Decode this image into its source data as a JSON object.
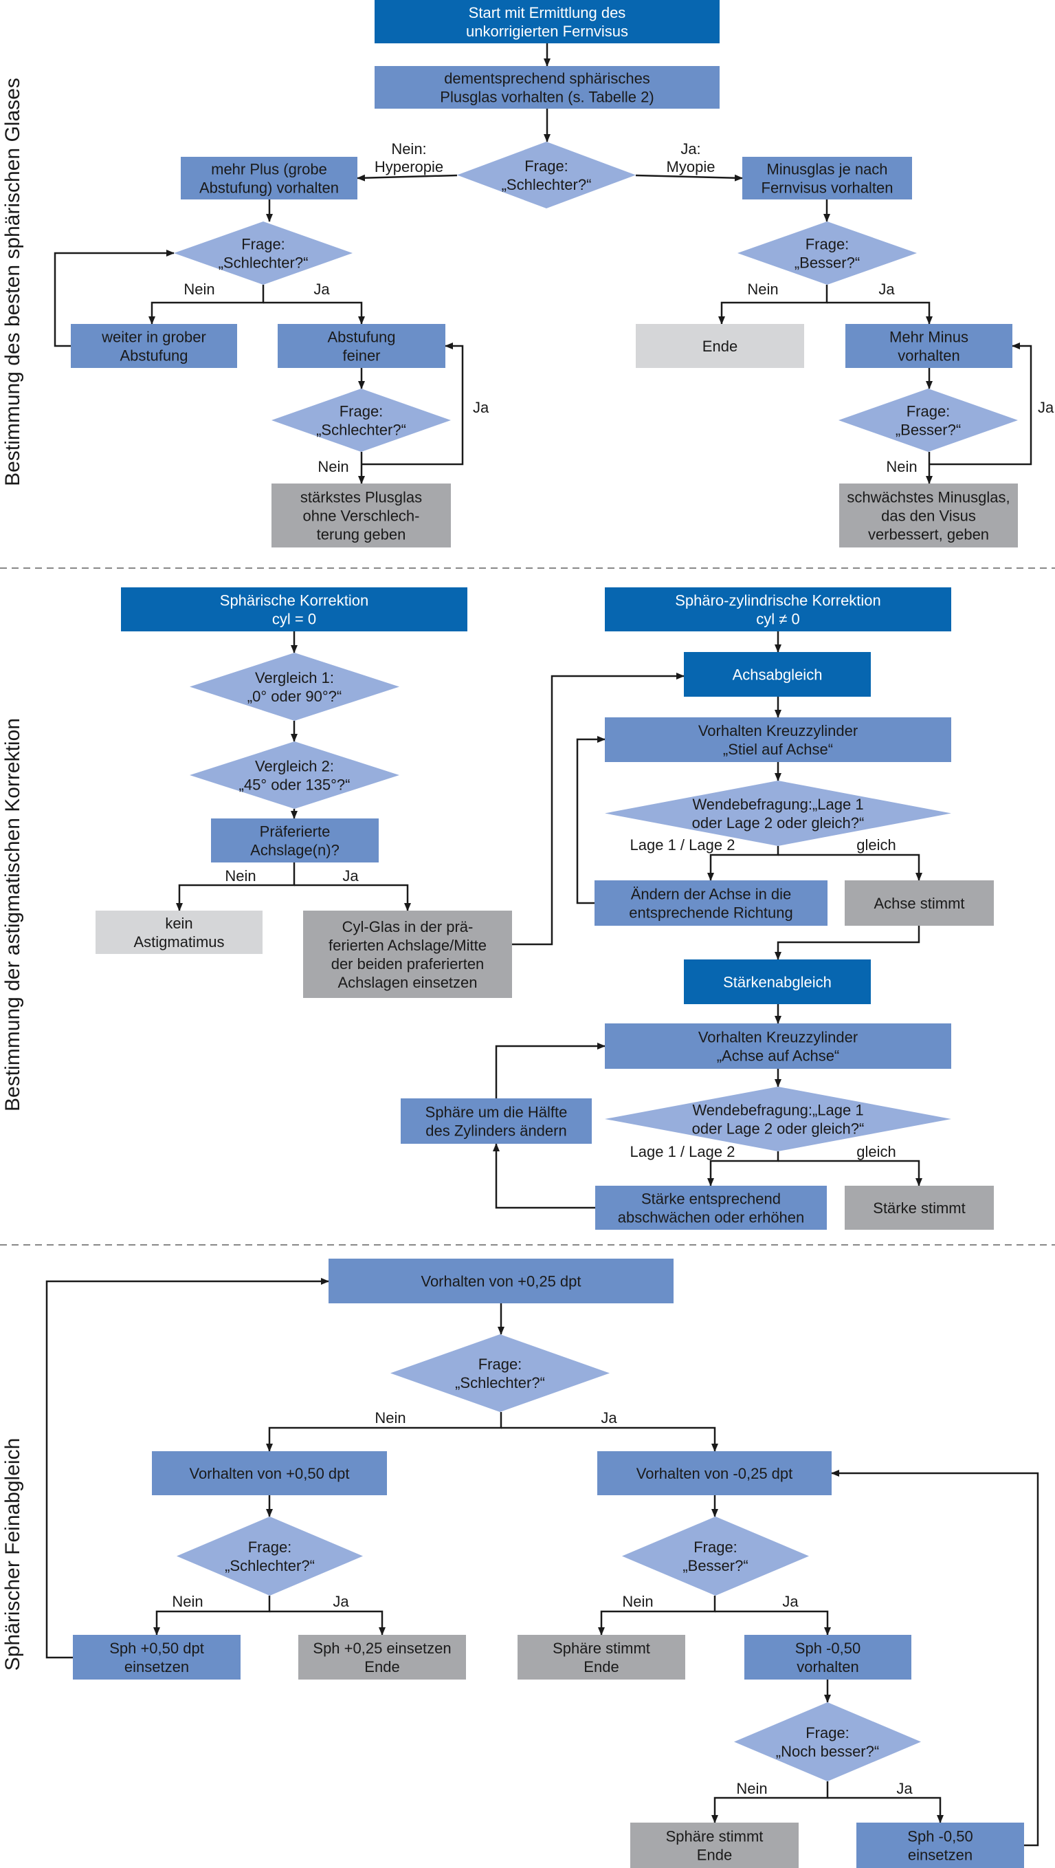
{
  "colors": {
    "dark_blue": "#0766b0",
    "mid_blue": "#6b8fc8",
    "diamond_blue": "#97aedc",
    "gray": "#a7a8ab",
    "light_gray": "#d5d6d8",
    "line": "#1a1a1a"
  },
  "sections": {
    "s1_title": "Bestimmung des besten sphärischen Glases",
    "s2_title": "Bestimmung der astigmatischen Korrektion",
    "s3_title": "Sphärischer Feinabgleich"
  },
  "nodes": {
    "start": [
      "Start mit Ermittlung des",
      "unkorrigierten Fernvisus"
    ],
    "plusglas": [
      "dementsprechend sphärisches",
      "Plusglas vorhalten (s. Tabelle 2)"
    ],
    "q_schlechter_top": [
      "Frage:",
      "„Schlechter?“"
    ],
    "mehr_plus": [
      "mehr Plus (grobe",
      "Abstufung) vorhalten"
    ],
    "minusglas": [
      "Minusglas je nach",
      "Fernvisus vorhalten"
    ],
    "q_schlechter_left": [
      "Frage:",
      "„Schlechter?“"
    ],
    "q_besser_right": [
      "Frage:",
      "„Besser?“"
    ],
    "grober": [
      "weiter in grober",
      "Abstufung"
    ],
    "feiner": [
      "Abstufung",
      "feiner"
    ],
    "ende_top": [
      "Ende"
    ],
    "mehr_minus": [
      "Mehr Minus",
      "vorhalten"
    ],
    "q_schlechter_left2": [
      "Frage:",
      "„Schlechter?“"
    ],
    "q_besser_right2": [
      "Frage:",
      "„Besser?“"
    ],
    "staerkstes_plus": [
      "stärkstes Plusglas",
      "ohne Verschlech-",
      "terung geben"
    ],
    "schwaechstes_minus": [
      "schwächstes Minusglas,",
      "das den Visus",
      "verbessert, geben"
    ],
    "sph_korrektion": [
      "Sphärische Korrektion",
      "cyl = 0"
    ],
    "sphzyl_korrektion": [
      "Sphäro-zylindrische Korrektion",
      "cyl ≠ 0"
    ],
    "vergleich1": [
      "Vergleich 1:",
      "„0° oder 90°?“"
    ],
    "vergleich2": [
      "Vergleich 2:",
      "„45° oder 135°?“"
    ],
    "praeferierte": [
      "Präferierte",
      "Achslage(n)?"
    ],
    "kein_astig": [
      "kein",
      "Astigmatimus"
    ],
    "cyl_glas": [
      "Cyl-Glas in der prä-",
      "ferierten Achslage/Mitte",
      "der beiden praferierten",
      "Achslagen einsetzen"
    ],
    "achsabgleich": [
      "Achsabgleich"
    ],
    "kz_stiel": [
      "Vorhalten Kreuzzylinder",
      "„Stiel auf Achse“"
    ],
    "wende1": [
      "Wendebefragung:„Lage 1",
      "oder Lage 2 oder gleich?“"
    ],
    "aendern_achse": [
      "Ändern der Achse in die",
      "entsprechende Richtung"
    ],
    "achse_stimmt": [
      "Achse stimmt"
    ],
    "staerkenabgleich": [
      "Stärkenabgleich"
    ],
    "kz_achse": [
      "Vorhalten Kreuzzylinder",
      "„Achse auf Achse“"
    ],
    "sphaere_haelfte": [
      "Sphäre um die Hälfte",
      "des Zylinders ändern"
    ],
    "wende2": [
      "Wendebefragung:„Lage 1",
      "oder Lage 2 oder gleich?“"
    ],
    "staerke_entspr": [
      "Stärke entsprechend",
      "abschwächen oder erhöhen"
    ],
    "staerke_stimmt": [
      "Stärke stimmt"
    ],
    "vorhalten_025": [
      "Vorhalten von +0,25 dpt"
    ],
    "q_schlechter_b1": [
      "Frage:",
      "„Schlechter?“"
    ],
    "vorhalten_050": [
      "Vorhalten von +0,50 dpt"
    ],
    "vorhalten_m025": [
      "Vorhalten von -0,25 dpt"
    ],
    "q_schlechter_b2": [
      "Frage:",
      "„Schlechter?“"
    ],
    "q_besser_b": [
      "Frage:",
      "„Besser?“"
    ],
    "sph_050": [
      "Sph +0,50 dpt",
      "einsetzen"
    ],
    "sph_025_ende": [
      "Sph +0,25 einsetzen",
      "Ende"
    ],
    "sphaere_stimmt1": [
      "Sphäre stimmt",
      "Ende"
    ],
    "sph_m050_vorhalten": [
      "Sph -0,50",
      "vorhalten"
    ],
    "q_noch_besser": [
      "Frage:",
      "„Noch besser?“"
    ],
    "sphaere_stimmt2": [
      "Sphäre stimmt",
      "Ende"
    ],
    "sph_m050_einsetzen": [
      "Sph -0,50",
      "einsetzen"
    ]
  },
  "edge_labels": {
    "nein_hyperopie": [
      "Nein:",
      "Hyperopie"
    ],
    "ja_myopie": [
      "Ja:",
      "Myopie"
    ],
    "nein": "Nein",
    "ja": "Ja",
    "lage12": "Lage 1 / Lage 2",
    "gleich": "gleich"
  }
}
